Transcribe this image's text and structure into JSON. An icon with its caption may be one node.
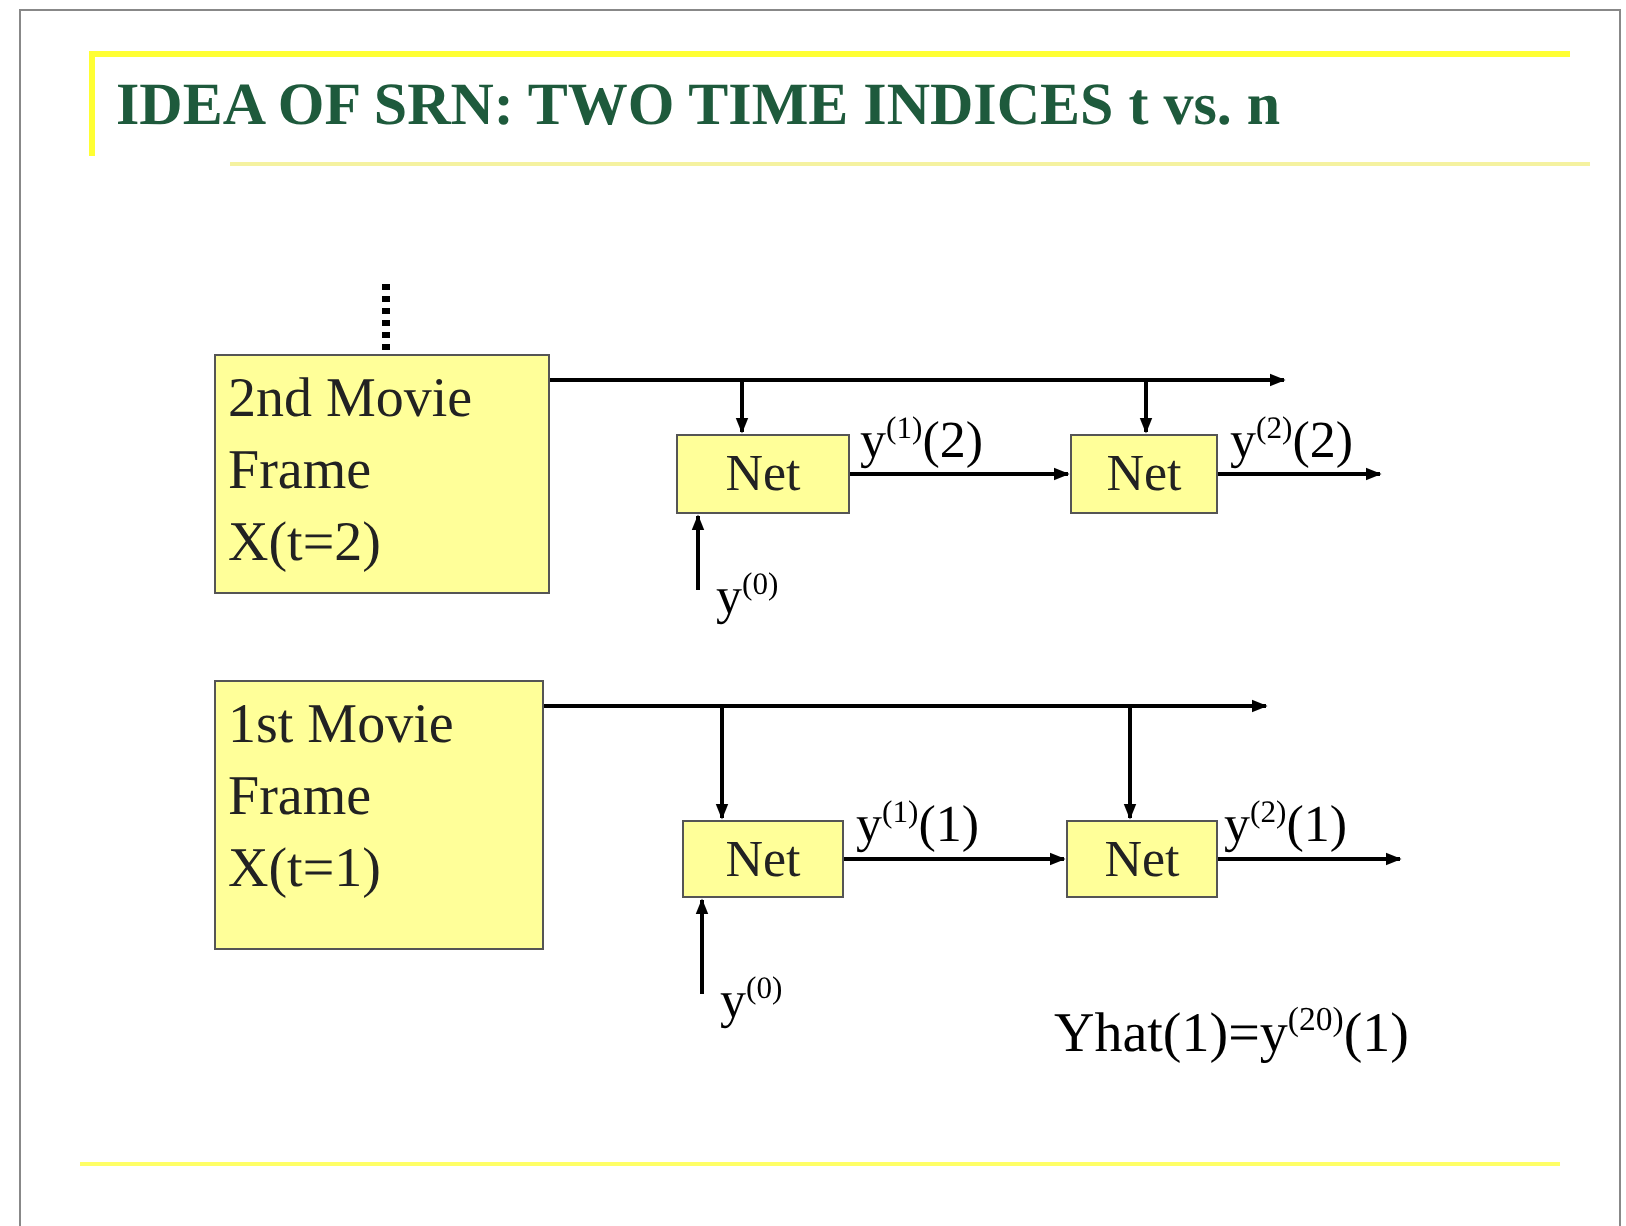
{
  "diagram": {
    "title": "IDEA OF SRN: TWO TIME INDICES t vs. n",
    "nodes": [
      {
        "text": [
          "2nd Movie Frame X(t=2)"
        ]
      },
      {
        "text": [
          "Net"
        ]
      },
      {
        "text": [
          "Net"
        ]
      },
      {
        "text": [
          "y$^{(0)}$"
        ]
      },
      {
        "text": [
          "1st Movie Frame X(t=1)"
        ]
      },
      {
        "text": [
          "Net"
        ]
      },
      {
        "text": [
          "Net"
        ]
      },
      {
        "text": [
          "y$^{(0)}$"
        ]
      }
    ],
    "edges": [
      {
        "from": 0,
        "to": null,
        "arrow": "none",
        "style": "dashed"
      },
      {
        "from": 0,
        "to": 1,
        "arrow": "to"
      },
      {
        "from": 0,
        "to": 2,
        "arrow": "to"
      },
      {
        "from": 0,
        "to": null,
        "arrow": "to"
      },
      {
        "from": 3,
        "to": 1,
        "arrow": "to"
      },
      {
        "from": 1,
        "to": 2,
        "arrow": "to",
        "label": "y$^{(1)}$(2)"
      },
      {
        "from": 2,
        "to": null,
        "arrow": "to",
        "label": "y$^{(2)}$(2)"
      },
      {
        "from": 4,
        "to": 5,
        "arrow": "to"
      },
      {
        "from": 4,
        "to": 6,
        "arrow": "to"
      },
      {
        "from": 4,
        "to": null,
        "arrow": "to"
      },
      {
        "from": 7,
        "to": 5,
        "arrow": "to"
      },
      {
        "from": 5,
        "to": 6,
        "arrow": "to",
        "label": "y$^{(1)}$(1)"
      },
      {
        "from": 6,
        "to": null,
        "arrow": "to",
        "label": "y$^{(2)}$(1)"
      }
    ],
    "labels": [
      "Yhat(1)=y$^{(20)}$(1)"
    ]
  }
}
